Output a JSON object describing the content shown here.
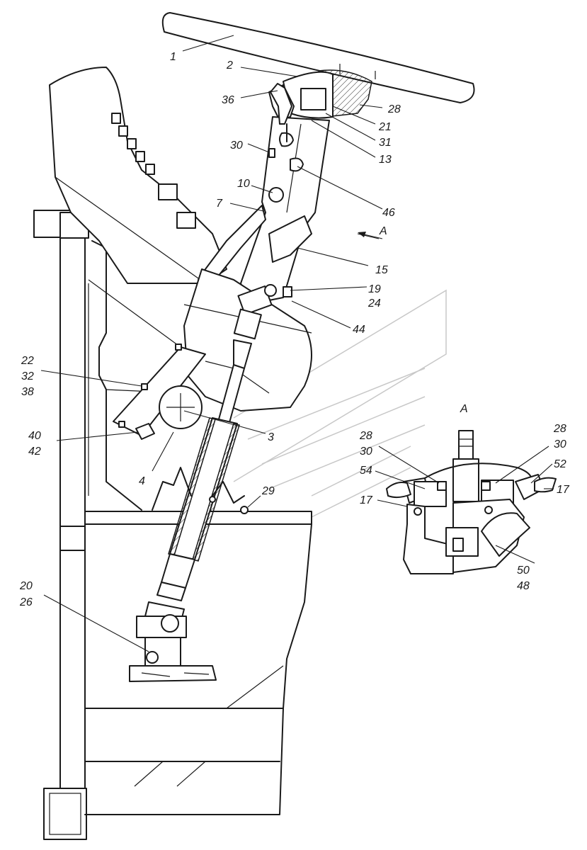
{
  "labels": {
    "l1": "1",
    "l2": "2",
    "l36": "36",
    "l28": "28",
    "l21": "21",
    "l31": "31",
    "l13": "13",
    "l30": "30",
    "l10": "10",
    "l46": "46",
    "l7": "7",
    "lA": "A",
    "l15": "15",
    "l19": "19",
    "l24": "24",
    "l44": "44",
    "l22": "22",
    "l32": "32",
    "l38": "38",
    "l40": "40",
    "l42": "42",
    "l3": "3",
    "l4": "4",
    "l29": "29",
    "l20": "20",
    "l26": "26"
  },
  "view_a": {
    "title": "A",
    "l28_left": "28",
    "l30_left": "30",
    "l54": "54",
    "l17_left": "17",
    "l28_right": "28",
    "l30_right": "30",
    "l52": "52",
    "l17_right": "17",
    "l50": "50",
    "l48": "48"
  }
}
